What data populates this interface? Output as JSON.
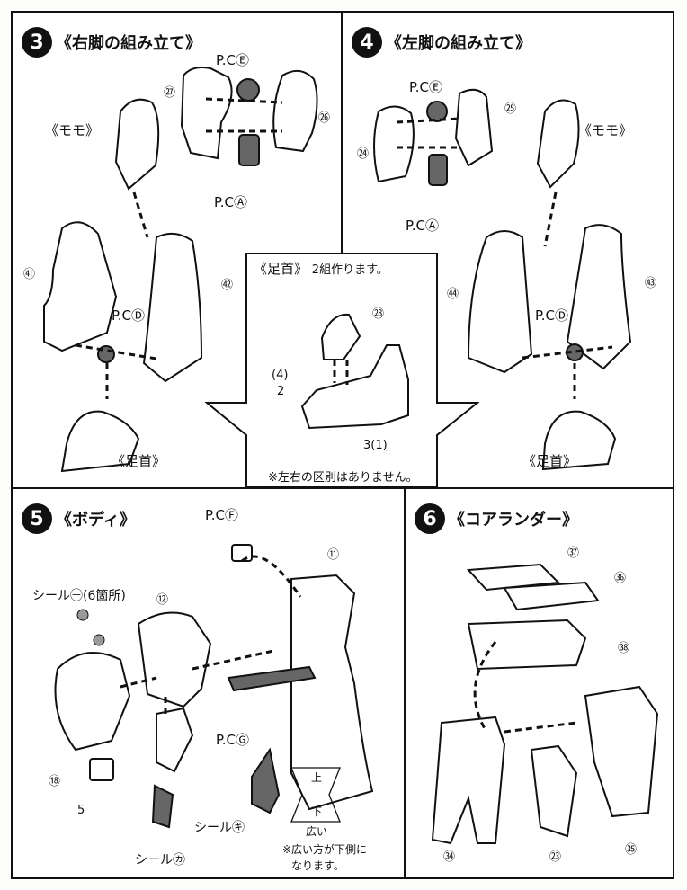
{
  "step3": {
    "num": "3",
    "title": "《右脚の組み立て》",
    "momo": "《モモ》",
    "ashikubi": "《足首》",
    "pc_e": "P.C",
    "pc_a": "P.C",
    "pc_d": "P.C",
    "p27": "㉗",
    "p26": "㉖",
    "p41": "㊶",
    "p42": "㊷"
  },
  "step4": {
    "num": "4",
    "title": "《左脚の組み立て》",
    "momo": "《モモ》",
    "ashikubi": "《足首》",
    "pc_e": "P.C",
    "pc_a": "P.C",
    "pc_d": "P.C",
    "p24": "㉔",
    "p25": "㉕",
    "p44": "㊹",
    "p43": "㊸"
  },
  "ankle": {
    "title": "《足首》",
    "subtitle": "2組作ります。",
    "p28": "㉘",
    "l4": "(4)",
    "l2": "2",
    "l3": "3",
    "l1": "(1)",
    "note": "※左右の区別はありません。"
  },
  "step5": {
    "num": "5",
    "title": "《ボディ》",
    "pc_f": "P.C",
    "pc_g": "P.C",
    "seal_e": "シール",
    "seal_e_count": "(6箇所)",
    "seal_ka": "シール",
    "seal_ki": "シール",
    "p11": "⑪",
    "p12": "⑫",
    "p18": "⑱",
    "p5": "5",
    "up": "上",
    "wide": "広い",
    "down": "下",
    "note1": "※広い方が下側に",
    "note2": "なります。"
  },
  "step6": {
    "num": "6",
    "title": "《コアランダー》",
    "p37": "㊲",
    "p36": "㊱",
    "p38": "㊳",
    "p34": "㉞",
    "p23": "㉓",
    "p35": "㉟"
  }
}
